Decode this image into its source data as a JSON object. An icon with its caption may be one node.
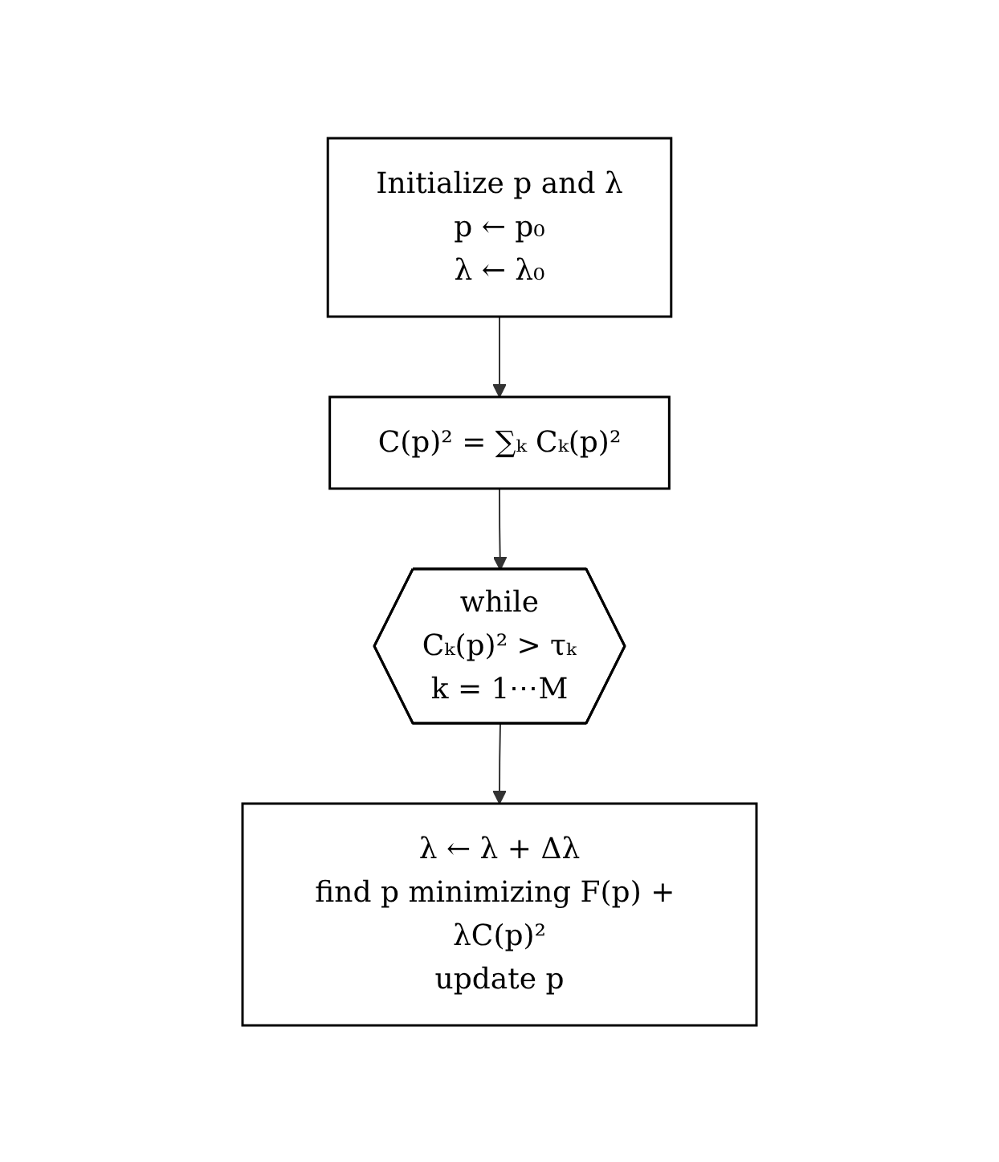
{
  "diagram": {
    "nodes": [
      {
        "text": [
          "Initialize p and λ",
          "p ← p₀",
          "λ ← λ₀"
        ]
      },
      {
        "text": [
          "C(p)² = ∑ₖ Cₖ(p)²"
        ]
      },
      {
        "text": [
          "while",
          "Cₖ(p)² > τₖ",
          "k = 1⋯M"
        ]
      },
      {
        "text": [
          "λ ← λ + Δλ",
          "find p minimizing F(p) + λC(p)²",
          "update p"
        ]
      }
    ],
    "edges": [
      {
        "from": 0,
        "to": 1,
        "arrow": "to"
      },
      {
        "from": 1,
        "to": 2,
        "arrow": "to"
      },
      {
        "from": 2,
        "to": 3,
        "arrow": "to"
      }
    ]
  }
}
